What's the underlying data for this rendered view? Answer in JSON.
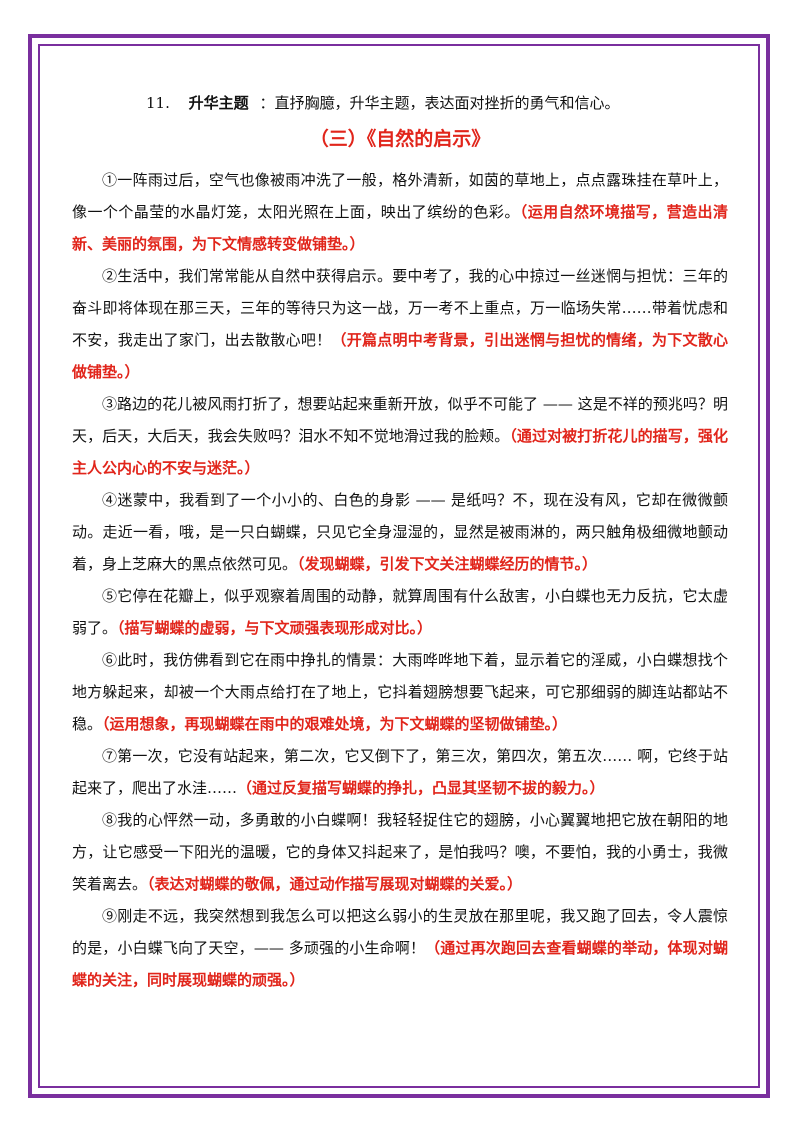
{
  "item": {
    "number": "11.",
    "term": "升华主题",
    "text": "：直抒胸臆，升华主题，表达面对挫折的勇气和信心。"
  },
  "section_title": "（三）《自然的启示》",
  "paragraphs": [
    {
      "text": "①一阵雨过后，空气也像被雨冲洗了一般，格外清新，如茵的草地上，点点露珠挂在草叶上，像一个个晶莹的水晶灯笼，太阳光照在上面，映出了缤纷的色彩。",
      "note": "（运用自然环境描写，营造出清新、美丽的氛围，为下文情感转变做铺垫。）"
    },
    {
      "text": "②生活中，我们常常能从自然中获得启示。要中考了，我的心中掠过一丝迷惘与担忧：三年的奋斗即将体现在那三天，三年的等待只为这一战，万一考不上重点，万一临场失常……带着忧虑和不安，我走出了家门，出去散散心吧！",
      "note": "（开篇点明中考背景，引出迷惘与担忧的情绪，为下文散心做铺垫。）"
    },
    {
      "text": "③路边的花儿被风雨打折了，想要站起来重新开放，似乎不可能了 —— 这是不祥的预兆吗？明天，后天，大后天，我会失败吗？泪水不知不觉地滑过我的脸颊。",
      "note": "（通过对被打折花儿的描写，强化主人公内心的不安与迷茫。）"
    },
    {
      "text": "④迷蒙中，我看到了一个小小的、白色的身影 —— 是纸吗？不，现在没有风，它却在微微颤动。走近一看，哦，是一只白蝴蝶，只见它全身湿湿的，显然是被雨淋的，两只触角极细微地颤动着，身上芝麻大的黑点依然可见。",
      "note": "（发现蝴蝶，引发下文关注蝴蝶经历的情节。）"
    },
    {
      "text": "⑤它停在花瓣上，似乎观察着周围的动静，就算周围有什么敌害，小白蝶也无力反抗，它太虚弱了。",
      "note": "（描写蝴蝶的虚弱，与下文顽强表现形成对比。）"
    },
    {
      "text": "⑥此时，我仿佛看到它在雨中挣扎的情景：大雨哗哗地下着，显示着它的淫威，小白蝶想找个地方躲起来，却被一个大雨点给打在了地上，它抖着翅膀想要飞起来，可它那细弱的脚连站都站不稳。",
      "note": "（运用想象，再现蝴蝶在雨中的艰难处境，为下文蝴蝶的坚韧做铺垫。）"
    },
    {
      "text": "⑦第一次，它没有站起来，第二次，它又倒下了，第三次，第四次，第五次…… 啊，它终于站起来了，爬出了水洼……",
      "note": "（通过反复描写蝴蝶的挣扎，凸显其坚韧不拔的毅力。）"
    },
    {
      "text": "⑧我的心怦然一动，多勇敢的小白蝶啊！我轻轻捉住它的翅膀，小心翼翼地把它放在朝阳的地方，让它感受一下阳光的温暖，它的身体又抖起来了，是怕我吗？噢，不要怕，我的小勇士，我微笑着离去。",
      "note": "（表达对蝴蝶的敬佩，通过动作描写展现对蝴蝶的关爱。）"
    },
    {
      "text": "⑨刚走不远，我突然想到我怎么可以把这么弱小的生灵放在那里呢，我又跑了回去，令人震惊的是，小白蝶飞向了天空，—— 多顽强的小生命啊！",
      "note": "（通过再次跑回去查看蝴蝶的举动，体现对蝴蝶的关注，同时展现蝴蝶的顽强。）"
    }
  ],
  "colors": {
    "frame": "#7a2f9e",
    "annotation": "#e1251b"
  }
}
